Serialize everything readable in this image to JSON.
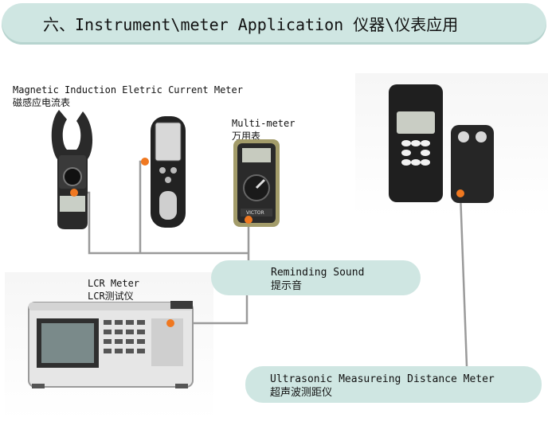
{
  "banner": {
    "title": "六、Instrument\\meter Application 仪器\\仪表应用"
  },
  "labels": {
    "clamp_en": "Magnetic Induction Eletric Current Meter",
    "clamp_zh": "磁感应电流表",
    "multi_en": "Multi-meter",
    "multi_zh": "万用表",
    "lcr_en": "LCR Meter",
    "lcr_zh": "LCR测试仪"
  },
  "callouts": {
    "sound_en": "Reminding Sound",
    "sound_zh": "提示音",
    "ultra_en": "Ultrasonic Measureing Distance Meter",
    "ultra_zh": "超声波测距仪"
  },
  "devices": {
    "multimeter_brand": "VICTOR"
  },
  "colors": {
    "banner": "#cfe6e2",
    "connector_line": "#9a9a9a",
    "marker": "#f07820",
    "device_dark": "#1e1e1e"
  }
}
